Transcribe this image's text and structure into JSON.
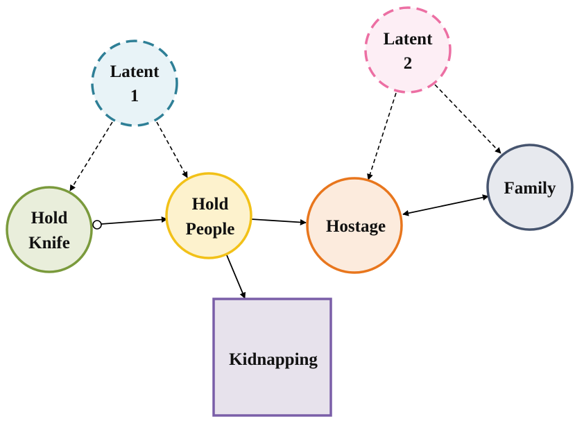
{
  "colors": {
    "latent1_stroke": "#2e7f96",
    "latent1_fill": "#e8f3f7",
    "latent2_stroke": "#ec6fa3",
    "latent2_fill": "#fdeef5",
    "hold_knife_stroke": "#7a9a3c",
    "hold_knife_fill": "#e9eedb",
    "hold_people_stroke": "#f2c118",
    "hold_people_fill": "#fdf2cd",
    "hostage_stroke": "#e8761d",
    "hostage_fill": "#fcebdd",
    "family_stroke": "#46546e",
    "family_fill": "#e7e9ee",
    "kidnapping_stroke": "#7a5ea8",
    "kidnapping_fill": "#e7e2ec",
    "edge": "#000000"
  },
  "nodes": {
    "latent1": {
      "line1": "Latent",
      "line2": "1"
    },
    "latent2": {
      "line1": "Latent",
      "line2": "2"
    },
    "hold_knife": {
      "line1": "Hold",
      "line2": "Knife"
    },
    "hold_people": {
      "line1": "Hold",
      "line2": "People"
    },
    "hostage": {
      "label": "Hostage"
    },
    "family": {
      "label": "Family"
    },
    "kidnapping": {
      "label": "Kidnapping"
    }
  },
  "edges": [
    {
      "from": "Latent 1",
      "to": "Hold Knife",
      "style": "dashed",
      "head": "arrow"
    },
    {
      "from": "Latent 1",
      "to": "Hold People",
      "style": "dashed",
      "head": "arrow"
    },
    {
      "from": "Latent 2",
      "to": "Hostage",
      "style": "dashed",
      "head": "arrow"
    },
    {
      "from": "Latent 2",
      "to": "Family",
      "style": "dashed",
      "head": "arrow"
    },
    {
      "from": "Hold Knife",
      "to": "Hold People",
      "style": "solid",
      "head": "circle-to-arrow"
    },
    {
      "from": "Hold People",
      "to": "Hostage",
      "style": "solid",
      "head": "arrow"
    },
    {
      "from": "Hold People",
      "to": "Kidnapping",
      "style": "solid",
      "head": "arrow"
    },
    {
      "from": "Hostage",
      "to": "Family",
      "style": "solid",
      "head": "bidirectional"
    }
  ]
}
